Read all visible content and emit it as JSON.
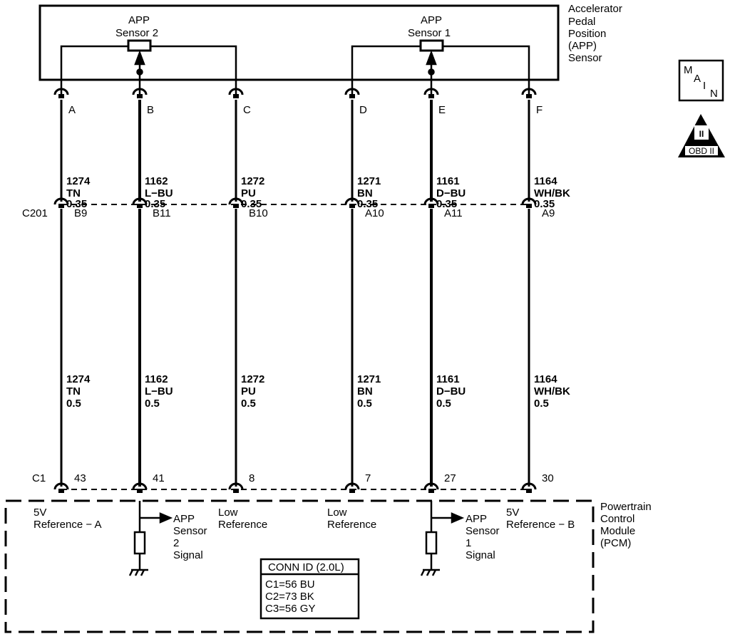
{
  "sensor": {
    "label_lines": [
      "Accelerator",
      "Pedal",
      "Position",
      "(APP)",
      "Sensor"
    ],
    "sensor2_lines": [
      "APP",
      "Sensor 2"
    ],
    "sensor1_lines": [
      "APP",
      "Sensor 1"
    ]
  },
  "badges": {
    "main_letters": [
      "M",
      "A",
      "I",
      "N"
    ],
    "obd_label": "OBD II",
    "obd_mark": "II"
  },
  "connector_c201": {
    "id": "C201"
  },
  "connector_c1": {
    "id": "C1"
  },
  "circuits": [
    {
      "pin": "A",
      "c201_pin": "B9",
      "pcm_pin": "43",
      "circuit": "1274",
      "color": "TN",
      "gauge_upper": "0.35",
      "gauge_lower": "0.5"
    },
    {
      "pin": "B",
      "c201_pin": "B11",
      "pcm_pin": "41",
      "circuit": "1162",
      "color": "L−BU",
      "gauge_upper": "0.35",
      "gauge_lower": "0.5"
    },
    {
      "pin": "C",
      "c201_pin": "B10",
      "pcm_pin": "8",
      "circuit": "1272",
      "color": "PU",
      "gauge_upper": "0.35",
      "gauge_lower": "0.5"
    },
    {
      "pin": "D",
      "c201_pin": "A10",
      "pcm_pin": "7",
      "circuit": "1271",
      "color": "BN",
      "gauge_upper": "0.35",
      "gauge_lower": "0.5"
    },
    {
      "pin": "E",
      "c201_pin": "A11",
      "pcm_pin": "27",
      "circuit": "1161",
      "color": "D−BU",
      "gauge_upper": "0.35",
      "gauge_lower": "0.5"
    },
    {
      "pin": "F",
      "c201_pin": "A9",
      "pcm_pin": "30",
      "circuit": "1164",
      "color": "WH/BK",
      "gauge_upper": "0.35",
      "gauge_lower": "0.5"
    }
  ],
  "pcm": {
    "label_lines": [
      "Powertrain",
      "Control",
      "Module",
      "(PCM)"
    ],
    "ref_a_lines": [
      "5V",
      "Reference − A"
    ],
    "low_ref_1_lines": [
      "Low",
      "Reference"
    ],
    "low_ref_2_lines": [
      "Low",
      "Reference"
    ],
    "ref_b_lines": [
      "5V",
      "Reference − B"
    ],
    "sensor2_signal_lines": [
      "APP",
      "Sensor",
      "2",
      "Signal"
    ],
    "sensor1_signal_lines": [
      "APP",
      "Sensor",
      "1",
      "Signal"
    ]
  },
  "conn_id": {
    "title": "CONN ID (2.0L)",
    "lines": [
      "C1=56 BU",
      "C2=73 BK",
      "C3=56 GY"
    ]
  }
}
